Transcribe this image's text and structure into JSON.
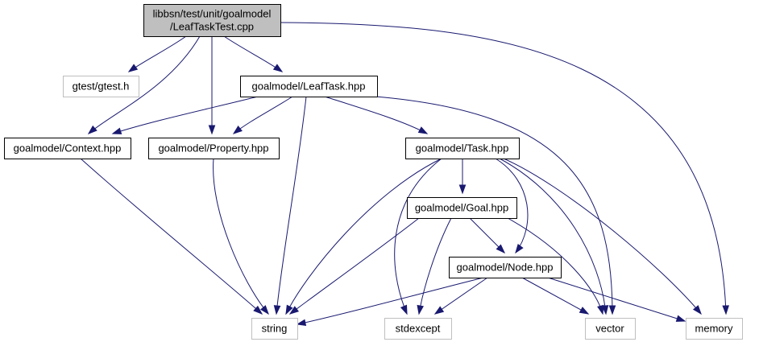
{
  "colors": {
    "edge": "#191970",
    "root_fill": "#bfbfbf",
    "node_fill": "#ffffff",
    "node_border": "#000000",
    "external_border": "#bfbfbf"
  },
  "nodes": [
    {
      "id": "root",
      "lines": [
        "libbsn/test/unit/goalmodel",
        "/LeafTaskTest.cpp"
      ],
      "kind": "root"
    },
    {
      "id": "gtest",
      "lines": [
        "gtest/gtest.h"
      ],
      "kind": "external"
    },
    {
      "id": "leaftask",
      "lines": [
        "goalmodel/LeafTask.hpp"
      ],
      "kind": "internal"
    },
    {
      "id": "context",
      "lines": [
        "goalmodel/Context.hpp"
      ],
      "kind": "internal"
    },
    {
      "id": "property",
      "lines": [
        "goalmodel/Property.hpp"
      ],
      "kind": "internal"
    },
    {
      "id": "task",
      "lines": [
        "goalmodel/Task.hpp"
      ],
      "kind": "internal"
    },
    {
      "id": "goal",
      "lines": [
        "goalmodel/Goal.hpp"
      ],
      "kind": "internal"
    },
    {
      "id": "node",
      "lines": [
        "goalmodel/Node.hpp"
      ],
      "kind": "internal"
    },
    {
      "id": "string",
      "lines": [
        "string"
      ],
      "kind": "external"
    },
    {
      "id": "stdexcept",
      "lines": [
        "stdexcept"
      ],
      "kind": "external"
    },
    {
      "id": "vector",
      "lines": [
        "vector"
      ],
      "kind": "external"
    },
    {
      "id": "memory",
      "lines": [
        "memory"
      ],
      "kind": "external"
    }
  ],
  "edges": [
    {
      "from": "root",
      "to": "gtest"
    },
    {
      "from": "root",
      "to": "context"
    },
    {
      "from": "root",
      "to": "property"
    },
    {
      "from": "root",
      "to": "leaftask"
    },
    {
      "from": "root",
      "to": "memory"
    },
    {
      "from": "leaftask",
      "to": "context"
    },
    {
      "from": "leaftask",
      "to": "property"
    },
    {
      "from": "leaftask",
      "to": "string"
    },
    {
      "from": "leaftask",
      "to": "task"
    },
    {
      "from": "leaftask",
      "to": "vector"
    },
    {
      "from": "context",
      "to": "string"
    },
    {
      "from": "property",
      "to": "string"
    },
    {
      "from": "task",
      "to": "goal"
    },
    {
      "from": "task",
      "to": "string"
    },
    {
      "from": "task",
      "to": "stdexcept"
    },
    {
      "from": "task",
      "to": "node"
    },
    {
      "from": "task",
      "to": "vector"
    },
    {
      "from": "task",
      "to": "memory"
    },
    {
      "from": "goal",
      "to": "string"
    },
    {
      "from": "goal",
      "to": "stdexcept"
    },
    {
      "from": "goal",
      "to": "node"
    },
    {
      "from": "goal",
      "to": "vector"
    },
    {
      "from": "node",
      "to": "string"
    },
    {
      "from": "node",
      "to": "stdexcept"
    },
    {
      "from": "node",
      "to": "vector"
    },
    {
      "from": "node",
      "to": "memory"
    }
  ]
}
